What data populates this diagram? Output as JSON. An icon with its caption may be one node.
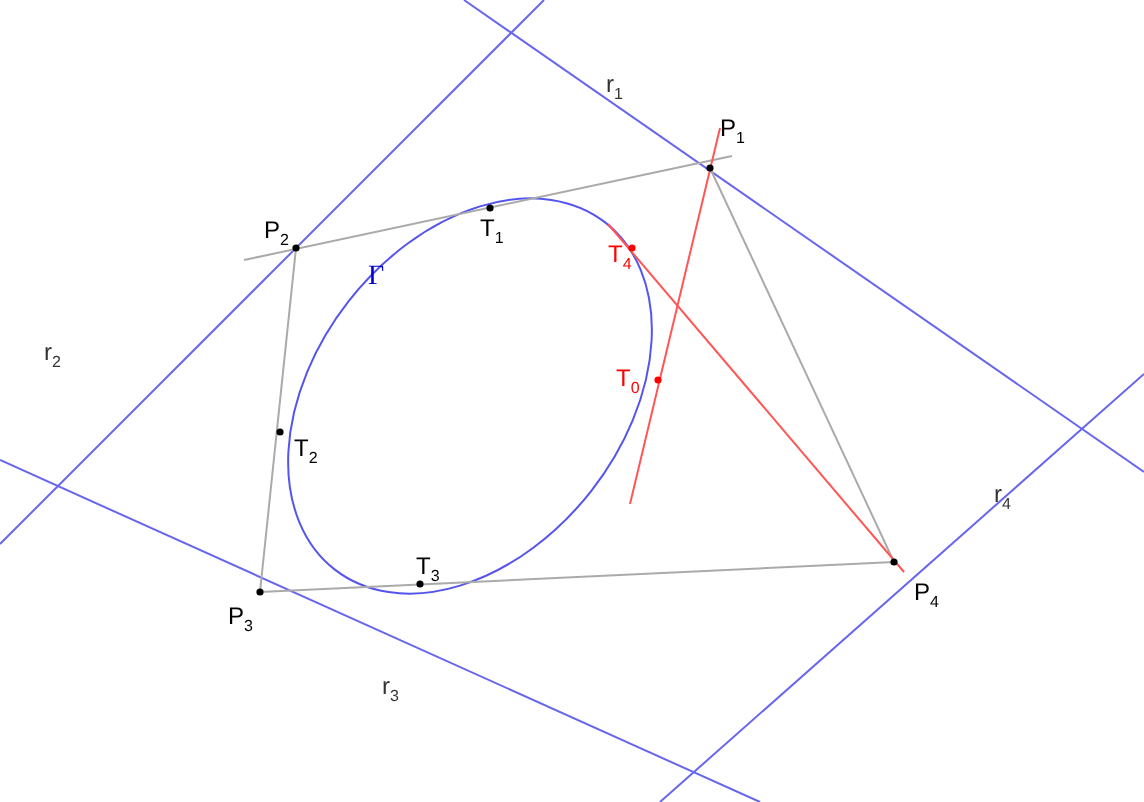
{
  "diagram": {
    "labels": [
      "r$_{1}$",
      "P$_{1}$",
      "P$_{2}$",
      "T$_{1}$",
      "T$_{4}$",
      "Γ",
      "r$_{2}$",
      "T$_{0}$",
      "T$_{2}$",
      "r$_{4}$",
      "T$_{3}$",
      "P$_{4}$",
      "P$_{3}$",
      "r$_{3}$"
    ]
  }
}
